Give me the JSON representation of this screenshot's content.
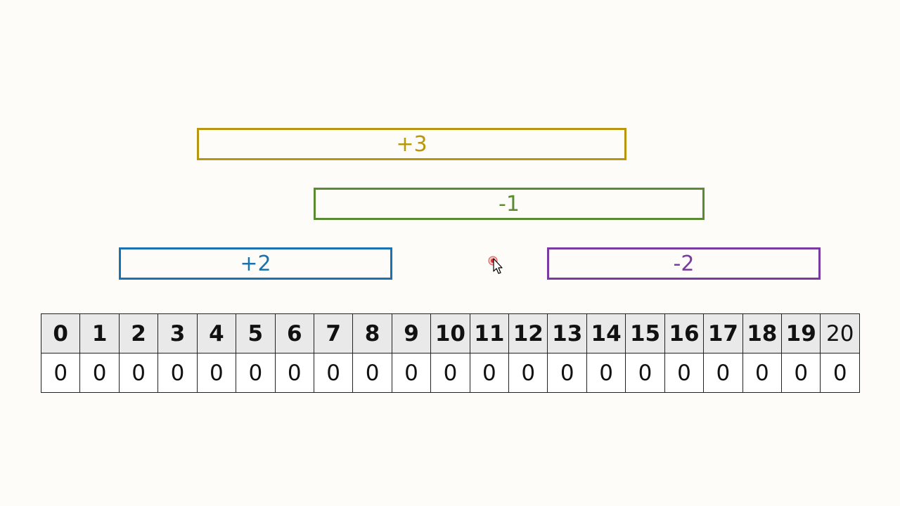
{
  "ranges": [
    {
      "label": "+3",
      "color": "#b8960f"
    },
    {
      "label": "-1",
      "color": "#5a8a32"
    },
    {
      "label": "+2",
      "color": "#1a73b0"
    },
    {
      "label": "-2",
      "color": "#7a3aa0"
    }
  ],
  "indices": [
    "0",
    "1",
    "2",
    "3",
    "4",
    "5",
    "6",
    "7",
    "8",
    "9",
    "10",
    "11",
    "12",
    "13",
    "14",
    "15",
    "16",
    "17",
    "18",
    "19",
    "20"
  ],
  "values": [
    "0",
    "0",
    "0",
    "0",
    "0",
    "0",
    "0",
    "0",
    "0",
    "0",
    "0",
    "0",
    "0",
    "0",
    "0",
    "0",
    "0",
    "0",
    "0",
    "0",
    "0"
  ]
}
